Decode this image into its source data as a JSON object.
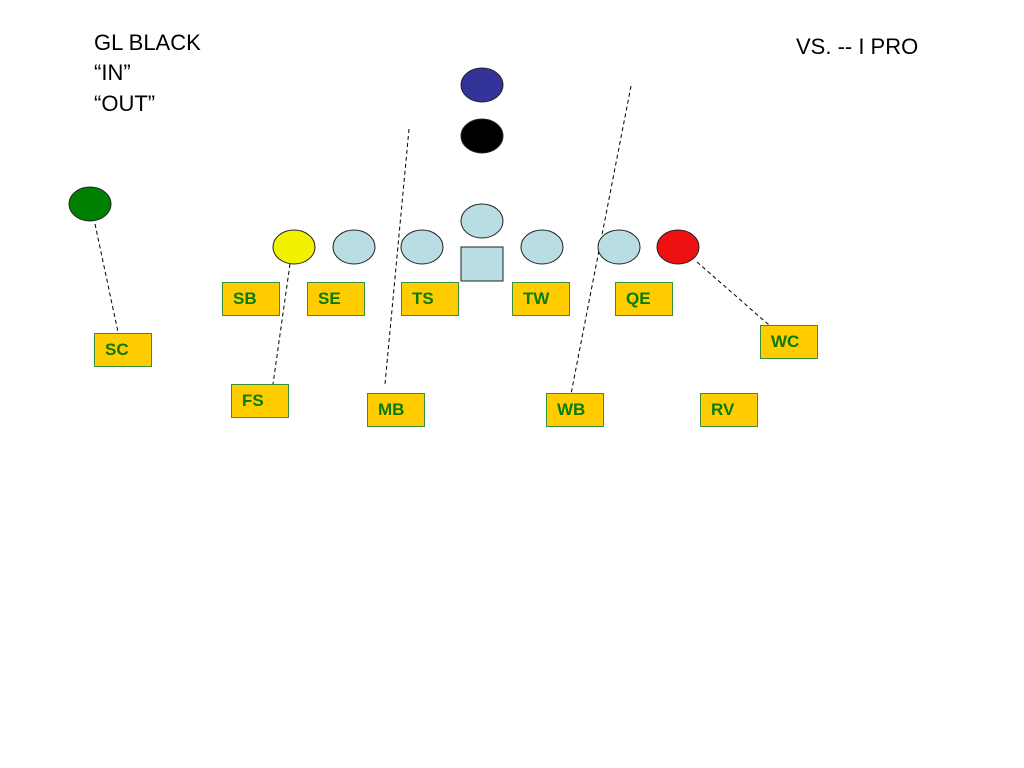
{
  "title": {
    "line1": "GL BLACK",
    "line2": "“IN”",
    "line3": "“OUT”"
  },
  "opponent": "VS. --  I PRO",
  "colors": {
    "player_light": "#b8dde2",
    "player_outline": "#222222",
    "blue": "#33339a",
    "black": "#000000",
    "green": "#008000",
    "yellow": "#f2f200",
    "red": "#ee1111",
    "label_fill": "#ffcc00",
    "label_text": "#0a7a0a"
  },
  "defense_labels": {
    "sb": "SB",
    "se": "SE",
    "ts": "TS",
    "tw": "TW",
    "qe": "QE",
    "sc": "SC",
    "wc": "WC",
    "fs": "FS",
    "mb": "MB",
    "wb": "WB",
    "rv": "RV"
  }
}
